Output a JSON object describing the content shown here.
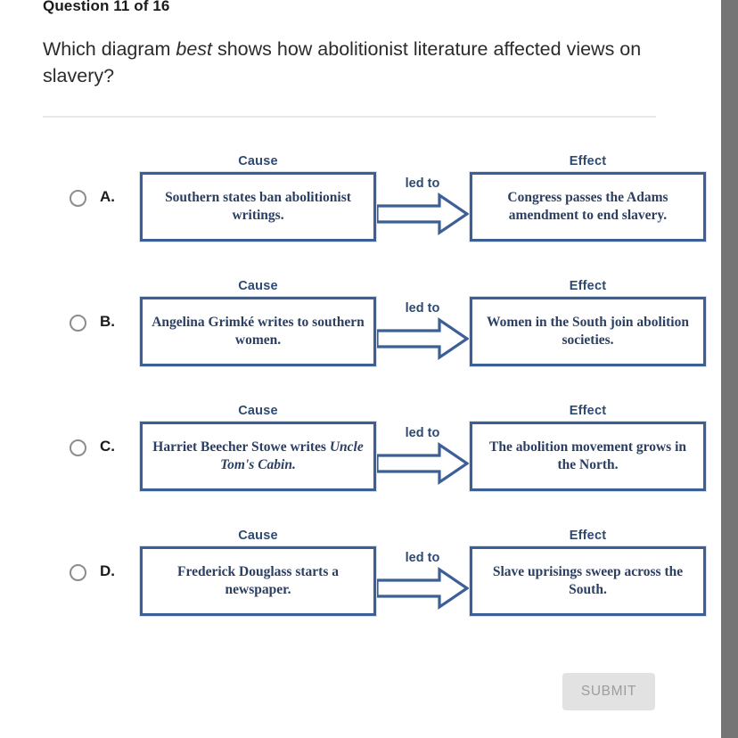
{
  "question": {
    "counter": "Question 11 of 16",
    "prompt_before_emphasis": "Which diagram ",
    "prompt_emphasis": "best",
    "prompt_after_emphasis": " shows how abolitionist literature affected views on slavery?"
  },
  "diagram_labels": {
    "cause": "Cause",
    "effect": "Effect",
    "connector": "led to"
  },
  "options": [
    {
      "letter": "A.",
      "cause": "Southern states ban abolitionist writings.",
      "effect": "Congress passes the Adams amendment to end slavery.",
      "cause_italic": "",
      "selected": false
    },
    {
      "letter": "B.",
      "cause": "Angelina Grimké writes to southern women.",
      "effect": "Women in the South join abolition societies.",
      "cause_italic": "",
      "selected": false
    },
    {
      "letter": "C.",
      "cause": "Harriet Beecher Stowe writes ",
      "cause_italic": "Uncle Tom's Cabin.",
      "effect": "The abolition movement grows in the North.",
      "selected": false
    },
    {
      "letter": "D.",
      "cause": "Frederick Douglass starts a newspaper.",
      "effect": "Slave uprisings sweep across the South.",
      "cause_italic": "",
      "selected": false
    }
  ],
  "footer": {
    "submit_label": "SUBMIT",
    "submit_enabled": false
  },
  "colors": {
    "diagram_border": "#3c5f96",
    "diagram_text": "#2b3f63",
    "caption_text": "#2e4a72",
    "submit_bg": "#e2e2e2",
    "submit_text": "#9d9d9d",
    "scrollbar": "#757575",
    "divider": "#e8e8e8"
  }
}
